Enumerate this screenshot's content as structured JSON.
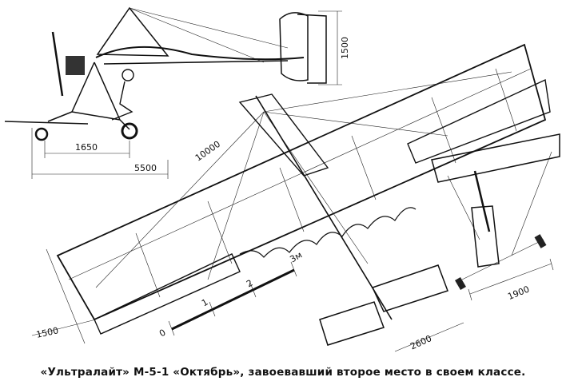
{
  "dimensions": {
    "tail_height": "1500",
    "gear_distance": "1650",
    "fuselage_length": "5500",
    "wing_span": "10000",
    "wing_chord": "1500",
    "front_wheel_track": "1900",
    "rear_length": "2600"
  },
  "scale_bar": {
    "t0": "0",
    "t1": "1",
    "t2": "2",
    "t3": "3м"
  },
  "caption": "«Ультралайт» М-5-1 «Октябрь», завоевавший второе место в своем классе."
}
